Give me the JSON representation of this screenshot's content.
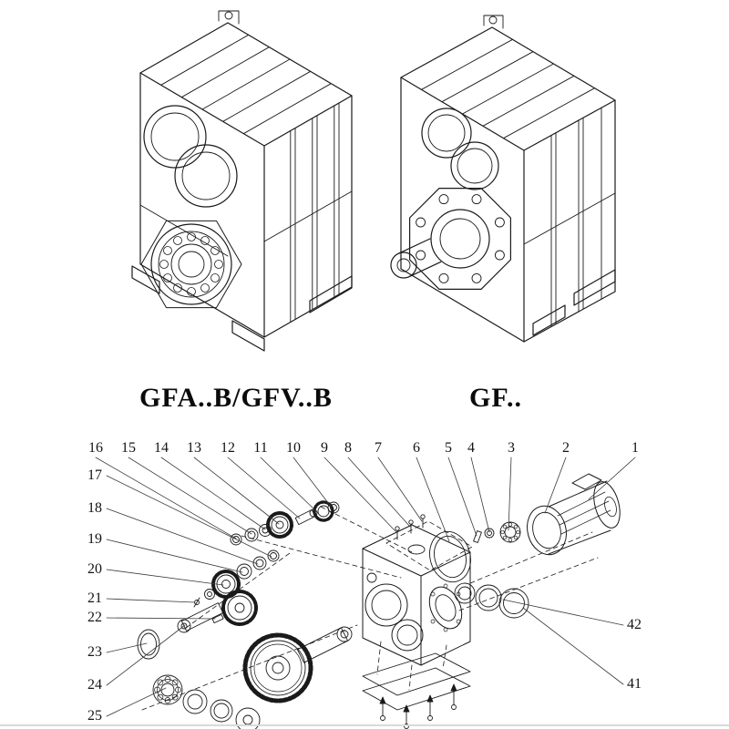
{
  "page": {
    "left_model_label": "GFA..B/GFV..B",
    "right_model_label": "GF.."
  },
  "callouts": {
    "top_row": [
      "16",
      "15",
      "14",
      "13",
      "12",
      "11",
      "10",
      "9",
      "8",
      "7",
      "6",
      "5",
      "4",
      "3",
      "2",
      "1"
    ],
    "left_column": [
      "17",
      "18",
      "19",
      "20",
      "21",
      "22",
      "23",
      "24",
      "25"
    ],
    "right_column": [
      "42",
      "41"
    ]
  },
  "figures": {
    "left_figure": "flange-mounted-gearbox-drawing",
    "right_figure": "shaft-output-gearbox-drawing",
    "bottom_figure": "exploded-parts-view"
  }
}
